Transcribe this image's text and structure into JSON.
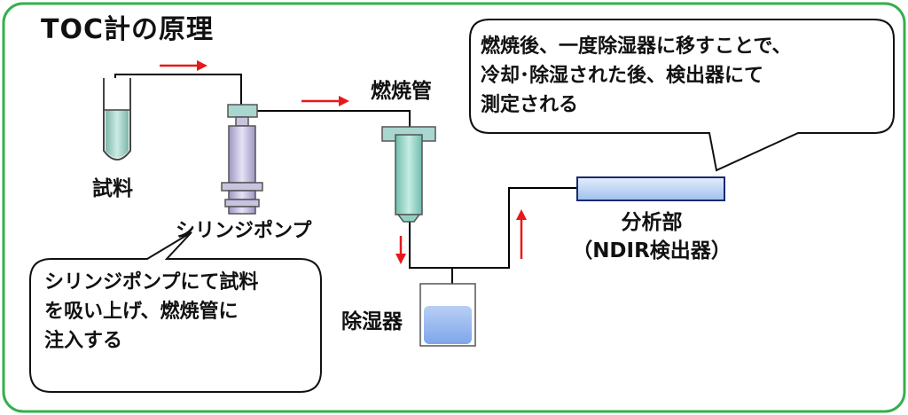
{
  "title": "TOC計の原理",
  "labels": {
    "sample": "試料",
    "syringe_pump": "シリンジポンプ",
    "furnace": "燃焼管",
    "detector": "分析部",
    "detector_sub": "（NDIR検出器）",
    "dehumidifier": "除湿器"
  },
  "callouts": {
    "syringe_note": "シリンジポンプにて試料\nを吸い上げ、燃焼管に\n注入する",
    "detector_note": "燃焼後、一度除湿器に移すことで、\n冷却･除湿された後、検出器にて\n測定される"
  },
  "colors": {
    "border": "#33b04a",
    "arrow": "#e81818",
    "pipe": "#000000",
    "tube_liquid": "#a9d4cc",
    "syringe": "#c9c3e0",
    "furnace": "#8fd3c4",
    "furnace_cap": "#a9d6cf",
    "detector": "#c8dcf6",
    "dehumidifier_liquid": "#8fb3ee"
  }
}
